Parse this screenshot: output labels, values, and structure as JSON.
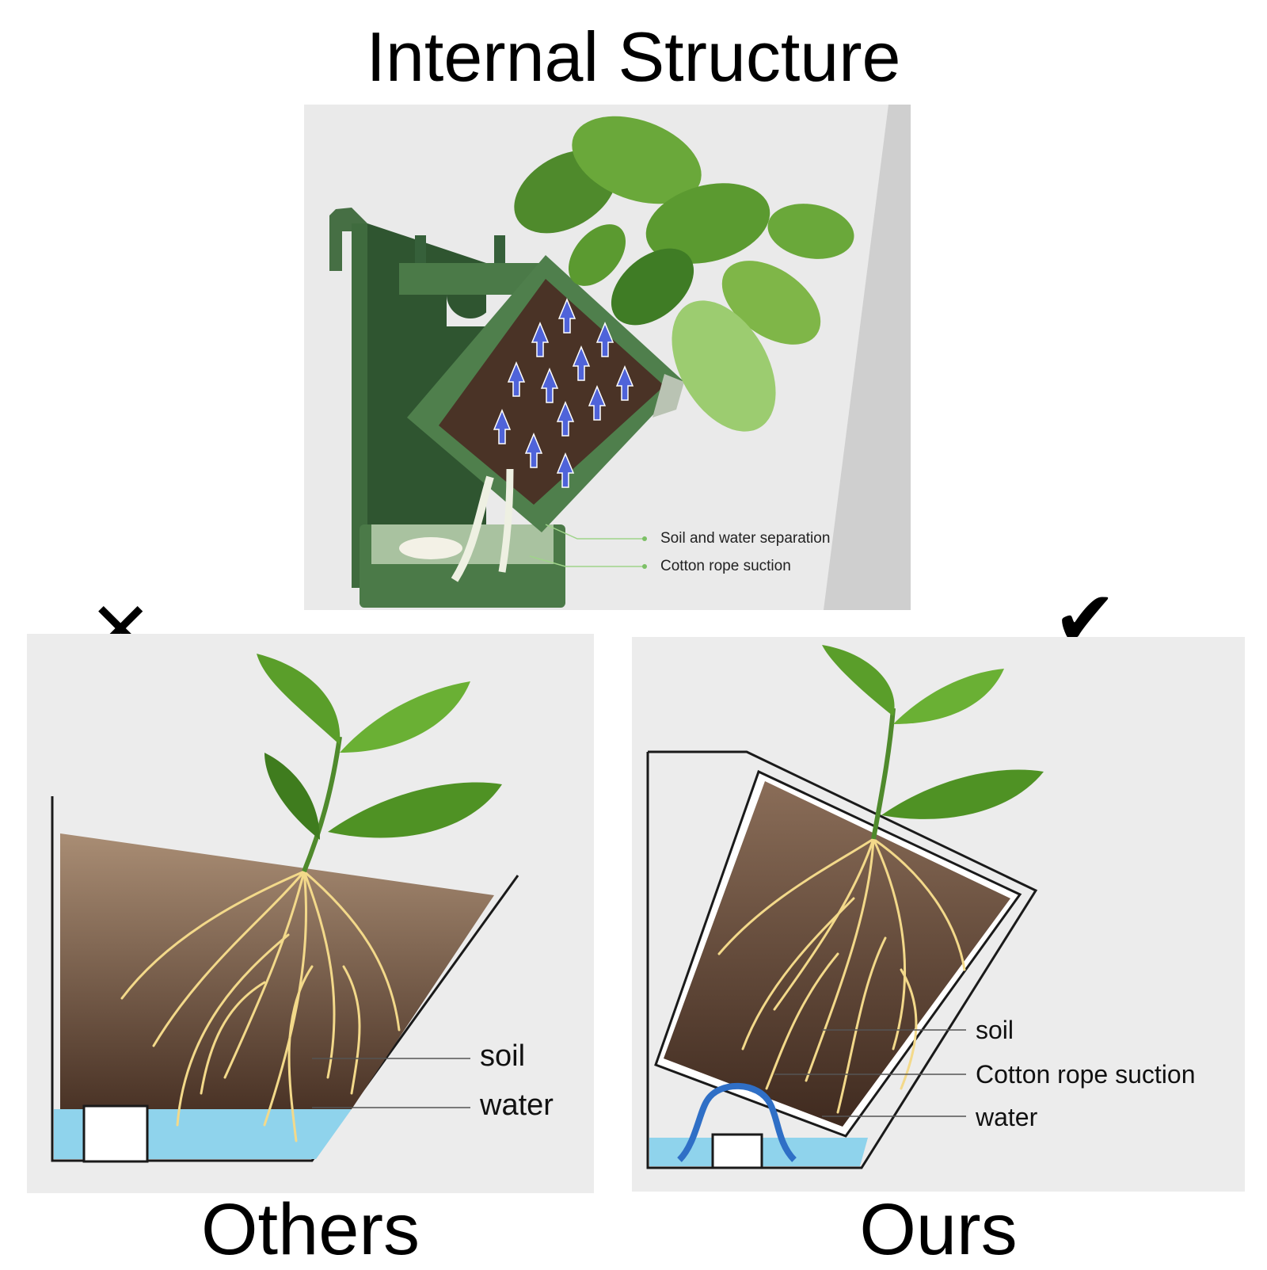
{
  "header": {
    "title": "Internal Structure"
  },
  "top_panel": {
    "labels": {
      "separation": "Soil and water separation",
      "suction": "Cotton rope suction"
    }
  },
  "left_panel": {
    "mark": "✕",
    "caption": "Others",
    "labels": {
      "soil": "soil",
      "water": "water"
    }
  },
  "right_panel": {
    "mark": "✔",
    "caption": "Ours",
    "labels": {
      "soil": "soil",
      "suction": "Cotton rope suction",
      "water": "water"
    }
  },
  "colors": {
    "planter_green": "#3f6b3e",
    "soil_dark": "#4a3326",
    "water_blue": "#8fd3ec",
    "root_yellow": "#f3d98a",
    "leaf_green": "#5a9e2a",
    "arrow_blue": "#4f63d9"
  }
}
